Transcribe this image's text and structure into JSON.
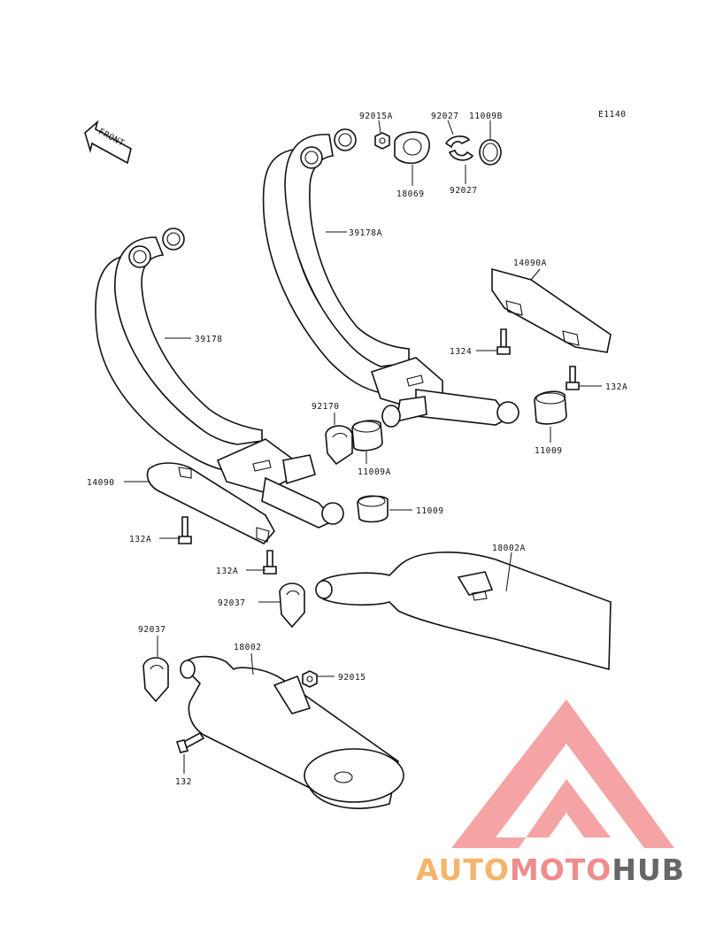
{
  "diagram_code": "E1140",
  "front_label": "FRONT",
  "parts": {
    "p92015A": "92015A",
    "p92027a": "92027",
    "p11009B": "11009B",
    "p18069": "18069",
    "p92027b": "92027",
    "p39178A": "39178A",
    "p14090A": "14090A",
    "p39178": "39178",
    "p1324": "1324",
    "p132A_r": "132A",
    "p92170": "92170",
    "p11009_r": "11009",
    "p11009A": "11009A",
    "p14090": "14090",
    "p11009_l": "11009",
    "p132A_l1": "132A",
    "p132A_l2": "132A",
    "p18002A": "18002A",
    "p92037_r": "92037",
    "p92037_l": "92037",
    "p18002": "18002",
    "p92015": "92015",
    "p132": "132"
  },
  "watermark": {
    "auto": "AUTO",
    "moto": "MOTO",
    "hub": "HUB",
    "colors": {
      "auto": "#f5b46a",
      "moto": "#f08c8c",
      "hub": "#666666",
      "triangle": "#f39a9a"
    }
  }
}
